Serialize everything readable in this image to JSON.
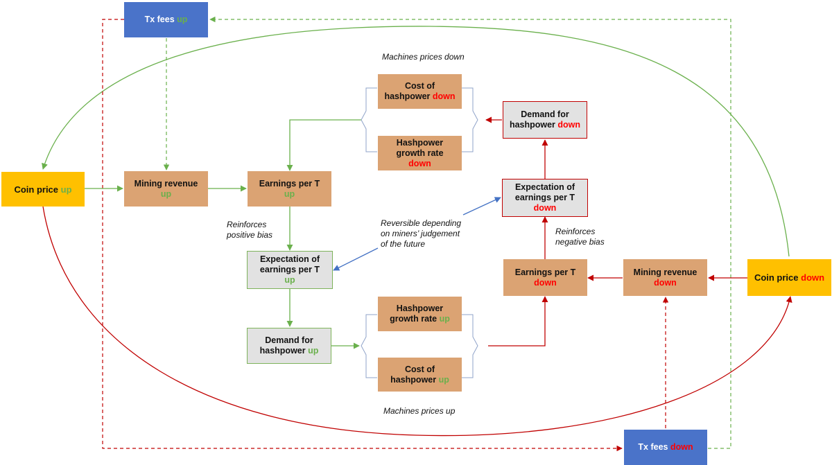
{
  "nodes": {
    "tx_fees_up": {
      "label": "Tx fees ",
      "state": "up"
    },
    "tx_fees_down": {
      "label": "Tx fees ",
      "state": "down"
    },
    "coin_price_up": {
      "label": "Coin price ",
      "state": "up"
    },
    "coin_price_down": {
      "label": "Coin price ",
      "state": "down"
    },
    "mining_revenue_up": {
      "label": "Mining revenue",
      "state": "up"
    },
    "mining_revenue_down": {
      "label": "Mining revenue",
      "state": "down"
    },
    "earnings_up": {
      "label": "Earnings per T",
      "state": "up"
    },
    "earnings_down": {
      "label": "Earnings per T",
      "state": "down"
    },
    "expectation_up": {
      "line1": "Expectation of",
      "line2": "earnings per T",
      "state": "up"
    },
    "expectation_down": {
      "line1": "Expectation of",
      "line2": "earnings per T",
      "state": "down"
    },
    "demand_up": {
      "line1": "Demand for",
      "line2": "hashpower ",
      "state": "up"
    },
    "demand_down": {
      "line1": "Demand for",
      "line2": "hashpower ",
      "state": "down"
    },
    "cost_down": {
      "line1": "Cost of",
      "line2": "hashpower ",
      "state": "down"
    },
    "cost_up": {
      "line1": "Cost of",
      "line2": "hashpower ",
      "state": "up"
    },
    "growth_down": {
      "line1": "Hashpower",
      "line2": "growth rate",
      "state": "down"
    },
    "growth_up": {
      "line1": "Hashpower",
      "line2": "growth rate ",
      "state": "up"
    }
  },
  "annotations": {
    "machines_down": "Machines prices down",
    "machines_up": "Machines prices up",
    "reinforces_positive": [
      "Reinforces",
      "positive bias"
    ],
    "reinforces_negative": [
      "Reinforces",
      "negative bias"
    ],
    "reversible": [
      "Reversible depending",
      "on miners’ judgement",
      "of the future"
    ]
  },
  "colors": {
    "positive": "#6ab04c",
    "negative": "#c00000",
    "neutral": "#4472c4",
    "box_orange": "#dba373",
    "box_gold": "#ffc000",
    "box_blue": "#4a73c9"
  }
}
